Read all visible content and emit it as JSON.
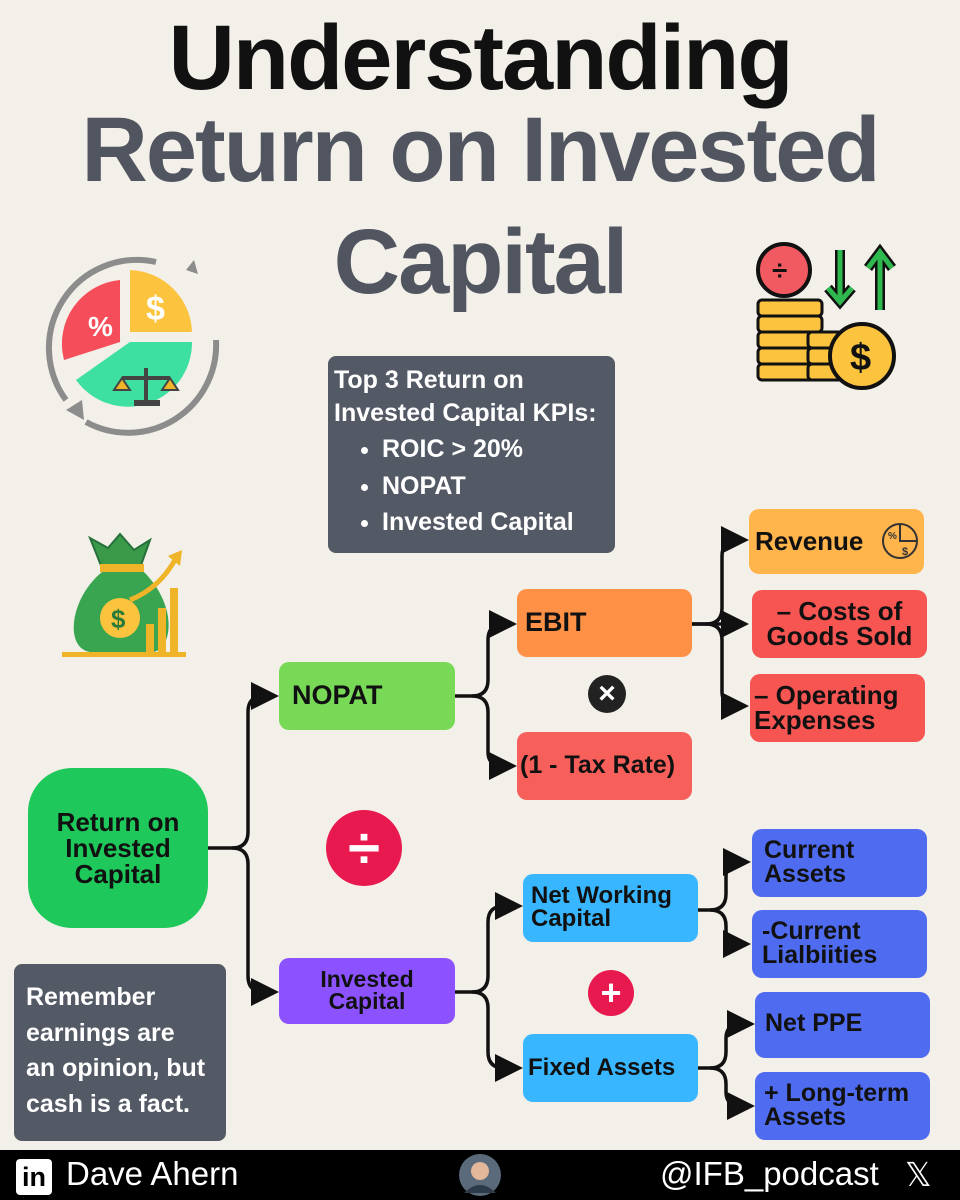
{
  "title": {
    "line1": "Understanding",
    "line2": "Return on Invested",
    "line3": "Capital"
  },
  "kpi_box": {
    "heading_line1": "Top 3 Return on",
    "heading_line2": "Invested Capital KPIs:",
    "items": [
      "ROIC > 20%",
      "NOPAT",
      "Invested Capital"
    ]
  },
  "tree": {
    "root": {
      "line1": "Return on",
      "line2": "Invested",
      "line3": "Capital"
    },
    "nopat": "NOPAT",
    "ebit": "EBIT",
    "tax": "(1 - Tax Rate)",
    "revenue": "Revenue",
    "cogs": {
      "line1": "– Costs of",
      "line2": "Goods Sold"
    },
    "opex": {
      "line1": "– Operating",
      "line2": "Expenses"
    },
    "invested_capital": {
      "line1": "Invested",
      "line2": "Capital"
    },
    "nwc": {
      "line1": "Net Working",
      "line2": "Capital"
    },
    "fixed_assets": "Fixed Assets",
    "current_assets": {
      "line1": "Current",
      "line2": "Assets"
    },
    "current_liabilities": {
      "line1": "-Current",
      "line2": "Lialbiities"
    },
    "net_ppe": "Net PPE",
    "lt_assets": {
      "line1": "+ Long-term",
      "line2": "Assets"
    }
  },
  "operators": {
    "multiply": "×",
    "divide": "÷",
    "plus": "+"
  },
  "note": {
    "line1": "Remember",
    "line2": "earnings are",
    "line3": "an opinion, but",
    "line4": "cash is a fact."
  },
  "footer": {
    "linkedin_badge": "in",
    "author": "Dave Ahern",
    "handle": "@IFB_podcast",
    "x_logo": "𝕏"
  },
  "colors": {
    "root": "#1ec85a",
    "nopat": "#78d957",
    "ebit": "#ff9147",
    "tax": "#f75f5b",
    "revenue": "#ffb44c",
    "cogs": "#f75552",
    "opex": "#f75552",
    "invested_capital": "#8c52ff",
    "nwc": "#38b6ff",
    "fixed_assets": "#38b6ff",
    "blue_leaf": "#4f6cf0",
    "operator": "#e8194e",
    "panel": "#535965"
  },
  "icons": [
    "percent-pie-chart-icon",
    "coins-arrows-icon",
    "money-bag-growth-icon",
    "revenue-badge-icon",
    "author-avatar"
  ]
}
